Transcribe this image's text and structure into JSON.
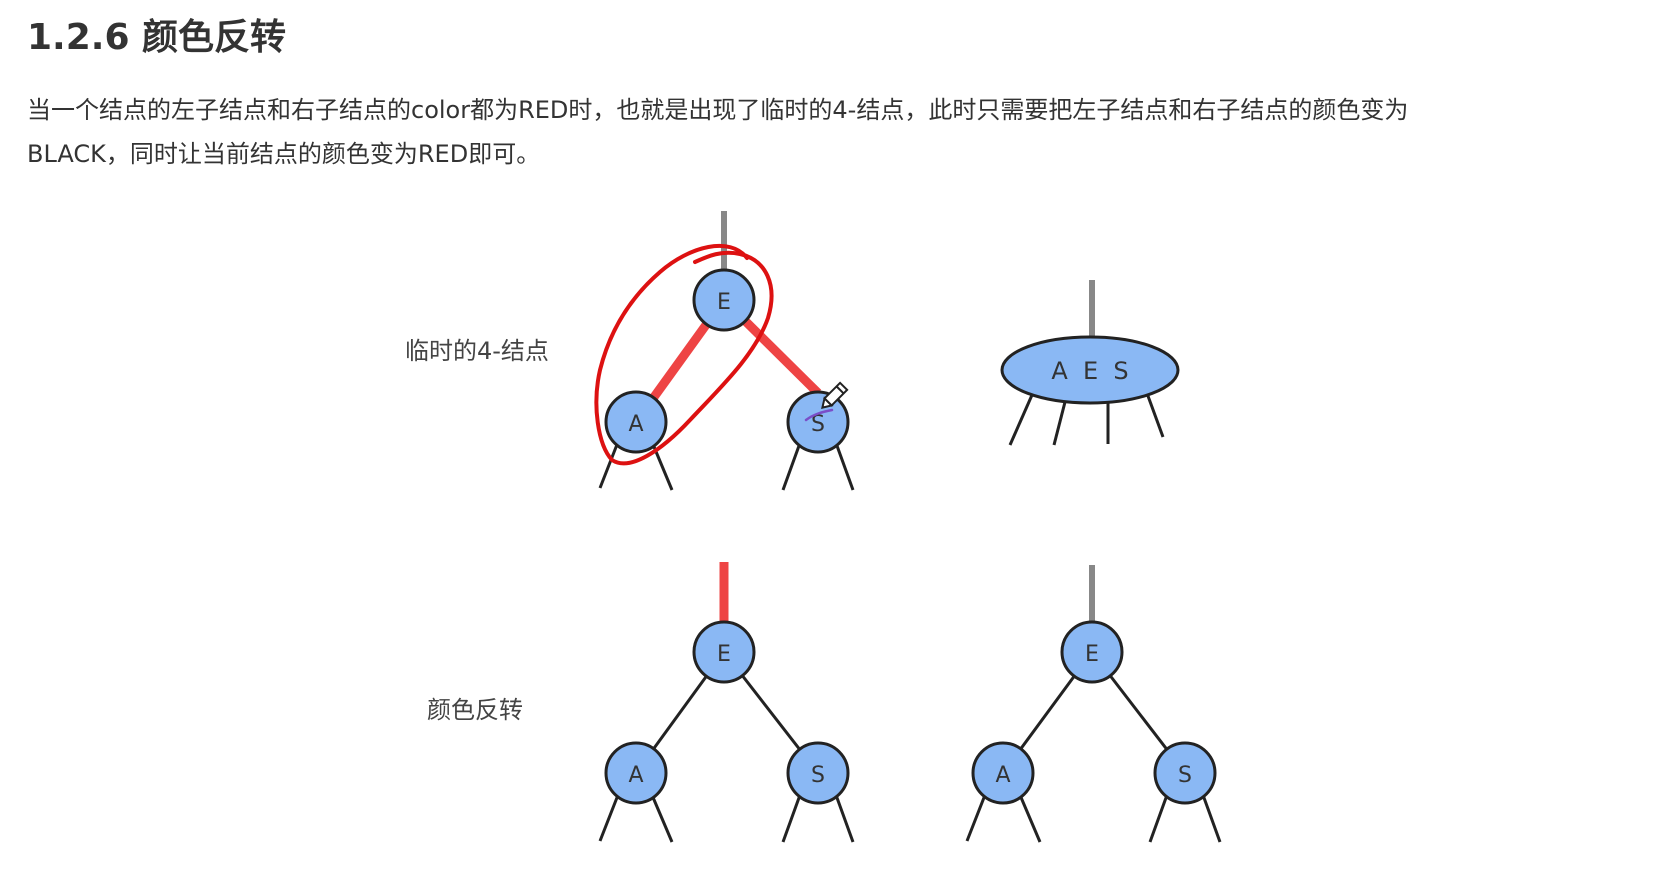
{
  "heading": "1.2.6 颜色反转",
  "paragraph": {
    "line1": "当一个结点的左子结点和右子结点的color都为RED时，也就是出现了临时的4-结点，此时只需要把左子结点和右子结点的颜色变为",
    "line2": "BLACK，同时让当前结点的颜色变为RED即可。"
  },
  "diagram": {
    "row1_label": "临时的4-结点",
    "row2_label": "颜色反转",
    "colors": {
      "node_fill": "#8ab8f4",
      "node_stroke": "#222222",
      "red_link": "#ee4444",
      "gray_link": "#888888",
      "black_link": "#222222",
      "annotation": "#dd1111"
    },
    "row1_left_tree": {
      "root": "E",
      "left": "A",
      "right": "S"
    },
    "row1_right_node": {
      "keys": "A  E  S"
    },
    "row2_left_tree": {
      "root": "E",
      "left": "A",
      "right": "S"
    },
    "row2_right_tree": {
      "root": "E",
      "left": "A",
      "right": "S"
    }
  }
}
